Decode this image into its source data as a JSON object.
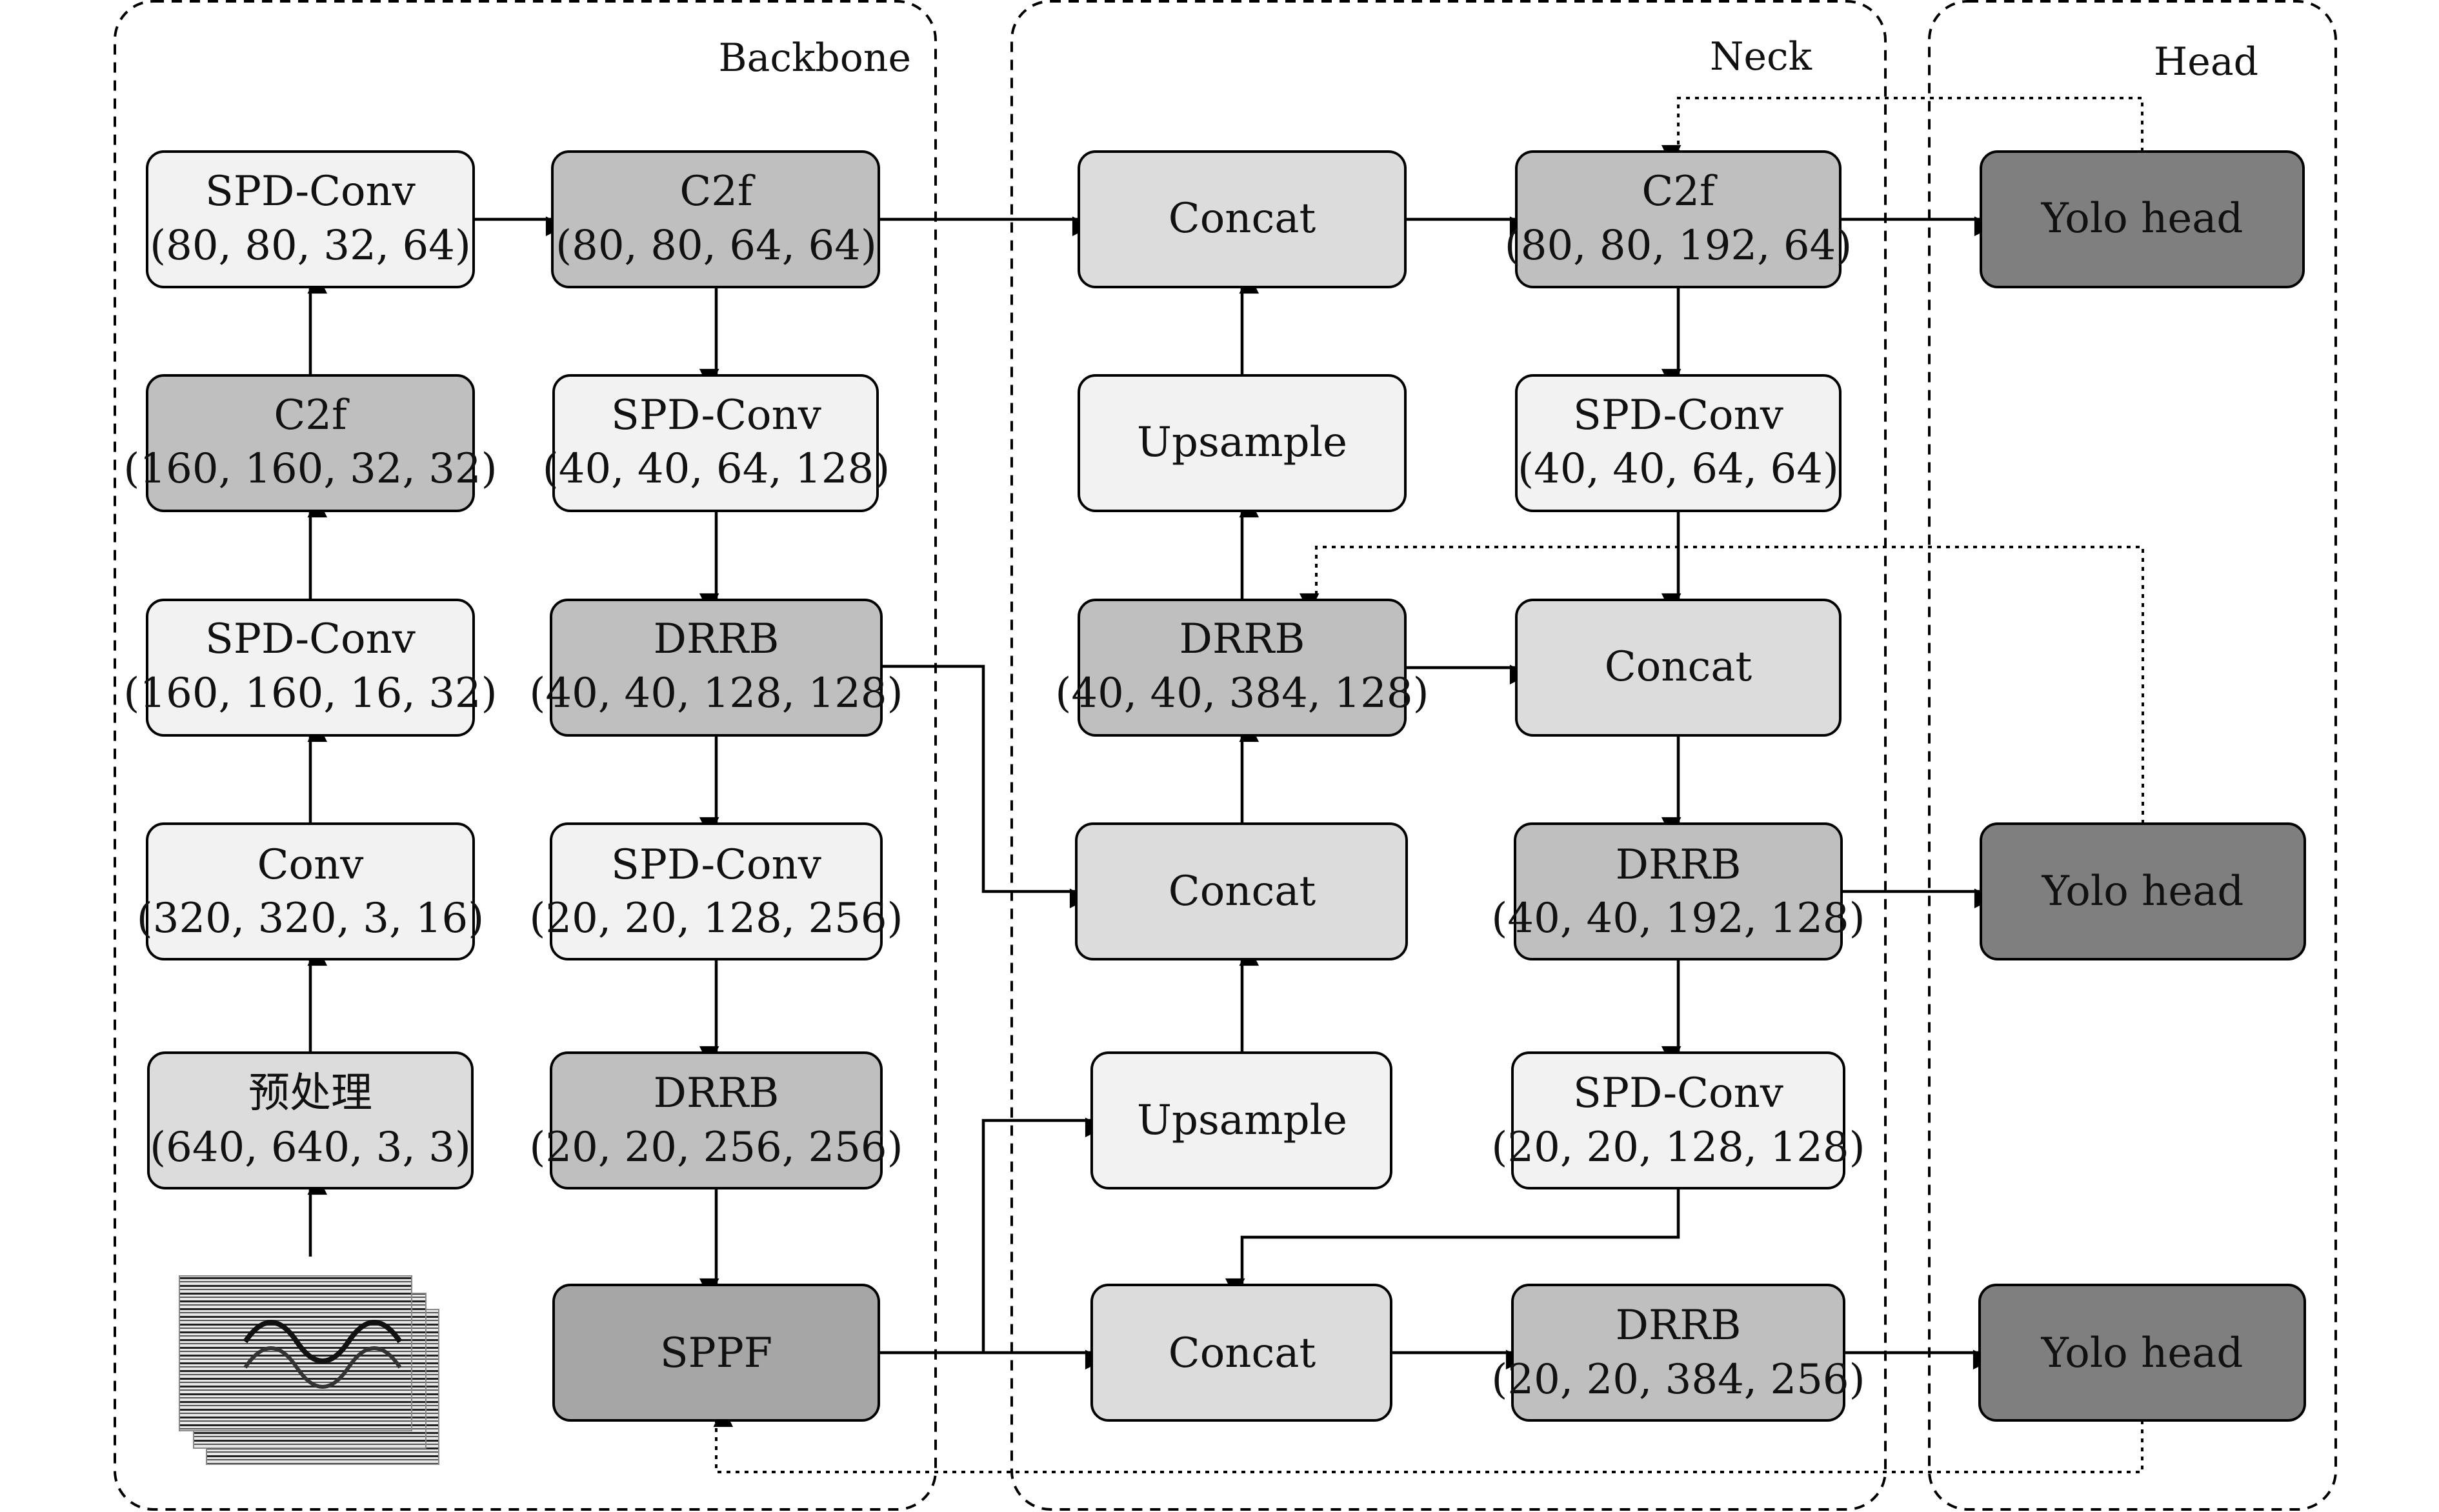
{
  "sections": [
    {
      "id": "backbone",
      "label": "Backbone"
    },
    {
      "id": "neck",
      "label": "Neck"
    },
    {
      "id": "head",
      "label": "Head"
    }
  ],
  "nodes": [
    {
      "id": "b_input_image",
      "lines": [],
      "kind": "image"
    },
    {
      "id": "b_preproc",
      "lines": [
        "预处理",
        "(640, 640, 3, 3)"
      ],
      "fill": "#dcdcdc"
    },
    {
      "id": "b_conv",
      "lines": [
        "Conv",
        "(320, 320, 3, 16)"
      ],
      "fill": "#f2f2f2"
    },
    {
      "id": "b_spd1",
      "lines": [
        "SPD-Conv",
        "(160, 160, 16, 32)"
      ],
      "fill": "#f2f2f2"
    },
    {
      "id": "b_c2f1",
      "lines": [
        "C2f",
        "(160, 160, 32, 32)"
      ],
      "fill": "#bfbfbf"
    },
    {
      "id": "b_spd2",
      "lines": [
        "SPD-Conv",
        "(80, 80, 32, 64)"
      ],
      "fill": "#f2f2f2"
    },
    {
      "id": "b_c2f2",
      "lines": [
        "C2f",
        "(80, 80, 64, 64)"
      ],
      "fill": "#bfbfbf"
    },
    {
      "id": "b_spd3",
      "lines": [
        "SPD-Conv",
        "(40, 40, 64, 128)"
      ],
      "fill": "#f2f2f2"
    },
    {
      "id": "b_drrb1",
      "lines": [
        "DRRB",
        "(40, 40, 128, 128)"
      ],
      "fill": "#bfbfbf"
    },
    {
      "id": "b_spd4",
      "lines": [
        "SPD-Conv",
        "(20, 20, 128, 256)"
      ],
      "fill": "#f2f2f2"
    },
    {
      "id": "b_drrb2",
      "lines": [
        "DRRB",
        "(20, 20, 256, 256)"
      ],
      "fill": "#bfbfbf"
    },
    {
      "id": "b_sppf",
      "lines": [
        "SPPF"
      ],
      "fill": "#a6a6a6"
    },
    {
      "id": "n_concat1",
      "lines": [
        "Concat"
      ],
      "fill": "#dcdcdc"
    },
    {
      "id": "n_up1",
      "lines": [
        "Upsample"
      ],
      "fill": "#f2f2f2"
    },
    {
      "id": "n_drrb1",
      "lines": [
        "DRRB",
        "(40, 40, 384, 128)"
      ],
      "fill": "#bfbfbf"
    },
    {
      "id": "n_concat2",
      "lines": [
        "Concat"
      ],
      "fill": "#dcdcdc"
    },
    {
      "id": "n_up2",
      "lines": [
        "Upsample"
      ],
      "fill": "#f2f2f2"
    },
    {
      "id": "n_concat3",
      "lines": [
        "Concat"
      ],
      "fill": "#dcdcdc"
    },
    {
      "id": "n_c2f",
      "lines": [
        "C2f",
        "(80, 80, 192, 64)"
      ],
      "fill": "#bfbfbf"
    },
    {
      "id": "n_spd1",
      "lines": [
        "SPD-Conv",
        "(40, 40, 64, 64)"
      ],
      "fill": "#f2f2f2"
    },
    {
      "id": "n_concat4",
      "lines": [
        "Concat"
      ],
      "fill": "#dcdcdc"
    },
    {
      "id": "n_drrb2",
      "lines": [
        "DRRB",
        "(40, 40, 192, 128)"
      ],
      "fill": "#bfbfbf"
    },
    {
      "id": "n_spd2",
      "lines": [
        "SPD-Conv",
        "(20, 20, 128, 128)"
      ],
      "fill": "#f2f2f2"
    },
    {
      "id": "n_drrb3",
      "lines": [
        "DRRB",
        "(20, 20, 384, 256)"
      ],
      "fill": "#bfbfbf"
    },
    {
      "id": "h_yolo1",
      "lines": [
        "Yolo head"
      ],
      "fill": "#7f7f7f"
    },
    {
      "id": "h_yolo2",
      "lines": [
        "Yolo head"
      ],
      "fill": "#7f7f7f"
    },
    {
      "id": "h_yolo3",
      "lines": [
        "Yolo head"
      ],
      "fill": "#7f7f7f"
    }
  ],
  "edges": [
    {
      "from": "b_input_image",
      "to": "b_preproc",
      "style": "solid"
    },
    {
      "from": "b_preproc",
      "to": "b_conv",
      "style": "solid"
    },
    {
      "from": "b_conv",
      "to": "b_spd1",
      "style": "solid"
    },
    {
      "from": "b_spd1",
      "to": "b_c2f1",
      "style": "solid"
    },
    {
      "from": "b_c2f1",
      "to": "b_spd2",
      "style": "solid"
    },
    {
      "from": "b_spd2",
      "to": "b_c2f2",
      "style": "solid"
    },
    {
      "from": "b_c2f2",
      "to": "b_spd3",
      "style": "solid"
    },
    {
      "from": "b_spd3",
      "to": "b_drrb1",
      "style": "solid"
    },
    {
      "from": "b_drrb1",
      "to": "b_spd4",
      "style": "solid"
    },
    {
      "from": "b_spd4",
      "to": "b_drrb2",
      "style": "solid"
    },
    {
      "from": "b_drrb2",
      "to": "b_sppf",
      "style": "solid"
    },
    {
      "from": "b_c2f2",
      "to": "n_concat1",
      "style": "solid"
    },
    {
      "from": "b_drrb1",
      "to": "n_concat2",
      "style": "solid"
    },
    {
      "from": "b_sppf",
      "to": "n_up2",
      "style": "solid"
    },
    {
      "from": "b_sppf",
      "to": "n_concat3",
      "style": "solid"
    },
    {
      "from": "n_up2",
      "to": "n_concat2",
      "style": "solid"
    },
    {
      "from": "n_concat2",
      "to": "n_drrb1",
      "style": "solid"
    },
    {
      "from": "n_drrb1",
      "to": "n_up1",
      "style": "solid"
    },
    {
      "from": "n_up1",
      "to": "n_concat1",
      "style": "solid"
    },
    {
      "from": "n_concat1",
      "to": "n_c2f",
      "style": "solid"
    },
    {
      "from": "n_c2f",
      "to": "n_spd1",
      "style": "solid"
    },
    {
      "from": "n_spd1",
      "to": "n_concat4",
      "style": "solid"
    },
    {
      "from": "n_drrb1",
      "to": "n_concat4",
      "style": "solid"
    },
    {
      "from": "n_concat4",
      "to": "n_drrb2",
      "style": "solid"
    },
    {
      "from": "n_drrb2",
      "to": "n_spd2",
      "style": "solid"
    },
    {
      "from": "n_spd2",
      "to": "n_concat3",
      "style": "solid"
    },
    {
      "from": "n_concat3",
      "to": "n_drrb3",
      "style": "solid"
    },
    {
      "from": "n_c2f",
      "to": "h_yolo1",
      "style": "solid"
    },
    {
      "from": "n_drrb2",
      "to": "h_yolo2",
      "style": "solid"
    },
    {
      "from": "n_drrb3",
      "to": "h_yolo3",
      "style": "solid"
    },
    {
      "from": "h_yolo1",
      "to": "n_c2f",
      "style": "dotted"
    },
    {
      "from": "h_yolo2",
      "to": "n_drrb1",
      "style": "dotted"
    },
    {
      "from": "h_yolo3",
      "to": "b_sppf",
      "style": "dotted"
    }
  ]
}
